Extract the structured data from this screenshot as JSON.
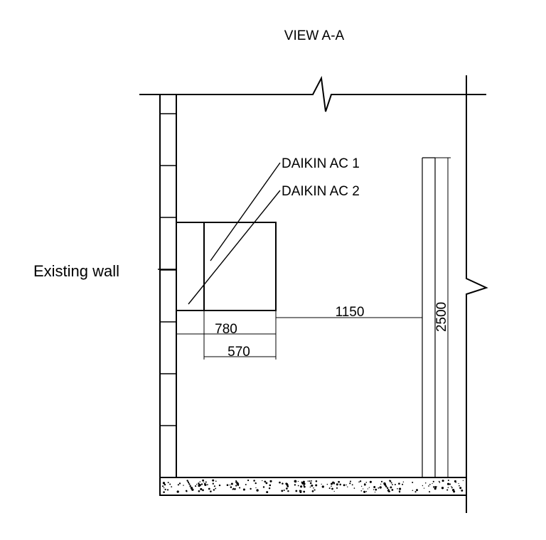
{
  "drawing": {
    "view_title": "VIEW A-A",
    "wall_label": "Existing wall",
    "unit_labels": [
      "DAIKIN AC 1",
      "DAIKIN AC 2"
    ],
    "dimensions": {
      "width_total": "780",
      "width_inner": "570",
      "clearance": "1150",
      "height": "2500"
    },
    "colors": {
      "line": "#000000",
      "background": "#ffffff"
    }
  }
}
